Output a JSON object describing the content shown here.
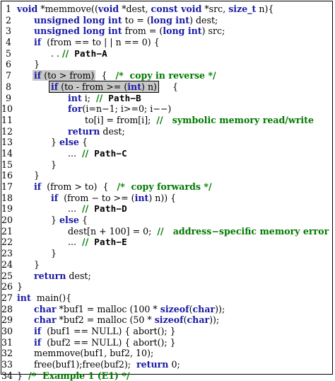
{
  "lines": [
    {
      "n": "1",
      "i": 0,
      "segs": [
        [
          "kw",
          "void"
        ],
        [
          "t",
          " *memmove(("
        ],
        [
          "kw",
          "void"
        ],
        [
          "t",
          " *dest, "
        ],
        [
          "kw",
          "const void"
        ],
        [
          "t",
          " *src, "
        ],
        [
          "kw",
          "size_t"
        ],
        [
          "t",
          " n){"
        ]
      ]
    },
    {
      "n": "2",
      "i": 1,
      "segs": [
        [
          "kw",
          "unsigned long int"
        ],
        [
          "t",
          " to = ("
        ],
        [
          "kw",
          "long int"
        ],
        [
          "t",
          ") dest;"
        ]
      ]
    },
    {
      "n": "3",
      "i": 1,
      "segs": [
        [
          "kw",
          "unsigned long int"
        ],
        [
          "t",
          " from = ("
        ],
        [
          "kw",
          "long int"
        ],
        [
          "t",
          ") src;"
        ]
      ]
    },
    {
      "n": "4",
      "i": 1,
      "segs": [
        [
          "kw",
          "if"
        ],
        [
          "t",
          "  (from == to | | n == 0) {"
        ]
      ]
    },
    {
      "n": "5",
      "i": 2,
      "segs": [
        [
          "t",
          ". . "
        ],
        [
          "cm",
          "//"
        ],
        [
          "t",
          "  "
        ],
        [
          "pt",
          "Path−A"
        ]
      ]
    },
    {
      "n": "6",
      "i": 1,
      "segs": [
        [
          "t",
          "}"
        ]
      ]
    },
    {
      "n": "7",
      "i": 1,
      "hl": true,
      "segs": [
        [
          "kw",
          "if"
        ],
        [
          "t",
          " (to > from)"
        ]
      ],
      "after": [
        [
          "t",
          "  {   "
        ],
        [
          "cm",
          "/*  copy in reverse */"
        ]
      ]
    },
    {
      "n": "8",
      "i": 2,
      "hl": true,
      "box": true,
      "segs": [
        [
          "kw",
          "if"
        ],
        [
          "t",
          " (to - from >= ("
        ],
        [
          "kw",
          "int"
        ],
        [
          "t",
          ") n)"
        ]
      ],
      "after": [
        [
          "t",
          "     {"
        ]
      ]
    },
    {
      "n": "9",
      "i": 3,
      "segs": [
        [
          "kw",
          "int"
        ],
        [
          "t",
          " i;  "
        ],
        [
          "cm",
          "//"
        ],
        [
          "t",
          "  "
        ],
        [
          "pt",
          "Path−B"
        ]
      ]
    },
    {
      "n": "10",
      "i": 3,
      "segs": [
        [
          "kw",
          "for"
        ],
        [
          "t",
          "(i=n−1; i>=0; i−−)"
        ]
      ]
    },
    {
      "n": "11",
      "i": 4,
      "segs": [
        [
          "t",
          "to[i] = from[i];  "
        ],
        [
          "cm",
          "//   symbolic memory read/write"
        ]
      ]
    },
    {
      "n": "12",
      "i": 3,
      "segs": [
        [
          "kw",
          "return"
        ],
        [
          "t",
          " dest;"
        ]
      ]
    },
    {
      "n": "13",
      "i": 2,
      "segs": [
        [
          "t",
          "} "
        ],
        [
          "kw",
          "else"
        ],
        [
          "t",
          " {"
        ]
      ]
    },
    {
      "n": "14",
      "i": 3,
      "segs": [
        [
          "t",
          "...  "
        ],
        [
          "cm",
          "//"
        ],
        [
          "t",
          "  "
        ],
        [
          "pt",
          "Path−C"
        ]
      ]
    },
    {
      "n": "15",
      "i": 2,
      "segs": [
        [
          "t",
          "}"
        ]
      ]
    },
    {
      "n": "16",
      "i": 1,
      "segs": [
        [
          "t",
          "}"
        ]
      ]
    },
    {
      "n": "17",
      "i": 1,
      "segs": [
        [
          "kw",
          "if"
        ],
        [
          "t",
          "  (from > to)  {   "
        ],
        [
          "cm",
          "/*  copy forwards */"
        ]
      ]
    },
    {
      "n": "18",
      "i": 2,
      "segs": [
        [
          "kw",
          "if"
        ],
        [
          "t",
          "  (from − to >= ("
        ],
        [
          "kw",
          "int"
        ],
        [
          "t",
          ") n)) {"
        ]
      ]
    },
    {
      "n": "19",
      "i": 3,
      "segs": [
        [
          "t",
          "...  "
        ],
        [
          "cm",
          "//"
        ],
        [
          "t",
          "  "
        ],
        [
          "pt",
          "Path−D"
        ]
      ]
    },
    {
      "n": "20",
      "i": 2,
      "segs": [
        [
          "t",
          "} "
        ],
        [
          "kw",
          "else"
        ],
        [
          "t",
          " {"
        ]
      ]
    },
    {
      "n": "21",
      "i": 3,
      "segs": [
        [
          "t",
          "dest[n + 100] = 0;  "
        ],
        [
          "cm",
          "//   address−specific memory error"
        ]
      ]
    },
    {
      "n": "22",
      "i": 3,
      "segs": [
        [
          "t",
          "...  "
        ],
        [
          "cm",
          "//"
        ],
        [
          "t",
          "  "
        ],
        [
          "pt",
          "Path−E"
        ]
      ]
    },
    {
      "n": "23",
      "i": 2,
      "segs": [
        [
          "t",
          "}"
        ]
      ]
    },
    {
      "n": "24",
      "i": 1,
      "segs": [
        [
          "t",
          "}"
        ]
      ]
    },
    {
      "n": "25",
      "i": 1,
      "segs": [
        [
          "kw",
          "return"
        ],
        [
          "t",
          " dest;"
        ]
      ]
    },
    {
      "n": "26",
      "i": 0,
      "segs": [
        [
          "t",
          "}"
        ]
      ]
    },
    {
      "n": "27",
      "i": 0,
      "segs": [
        [
          "kw",
          "int"
        ],
        [
          "t",
          "  main(){"
        ]
      ]
    },
    {
      "n": "28",
      "i": 1,
      "segs": [
        [
          "kw",
          "char"
        ],
        [
          "t",
          " *buf1 = malloc (100 * "
        ],
        [
          "kw",
          "sizeof"
        ],
        [
          "t",
          "("
        ],
        [
          "kw",
          "char"
        ],
        [
          "t",
          "));"
        ]
      ]
    },
    {
      "n": "29",
      "i": 1,
      "segs": [
        [
          "kw",
          "char"
        ],
        [
          "t",
          " *buf2 = malloc (50 * "
        ],
        [
          "kw",
          "sizeof"
        ],
        [
          "t",
          "("
        ],
        [
          "kw",
          "char"
        ],
        [
          "t",
          "));"
        ]
      ]
    },
    {
      "n": "30",
      "i": 1,
      "segs": [
        [
          "kw",
          "if"
        ],
        [
          "t",
          "  (buf1 == NULL) { abort(); }"
        ]
      ]
    },
    {
      "n": "31",
      "i": 1,
      "segs": [
        [
          "kw",
          "if"
        ],
        [
          "t",
          "  (buf2 == NULL) { abort(); }"
        ]
      ]
    },
    {
      "n": "32",
      "i": 1,
      "segs": [
        [
          "t",
          "memmove(buf1, buf2, 10);"
        ]
      ]
    },
    {
      "n": "33",
      "i": 1,
      "segs": [
        [
          "t",
          "free(buf1);free(buf2);  "
        ],
        [
          "kw",
          "return"
        ],
        [
          "t",
          " 0;"
        ]
      ]
    },
    {
      "n": "34",
      "i": 0,
      "segs": [
        [
          "t",
          "}  "
        ],
        [
          "cm",
          "/*  Example 1 (E1) */"
        ]
      ]
    }
  ]
}
